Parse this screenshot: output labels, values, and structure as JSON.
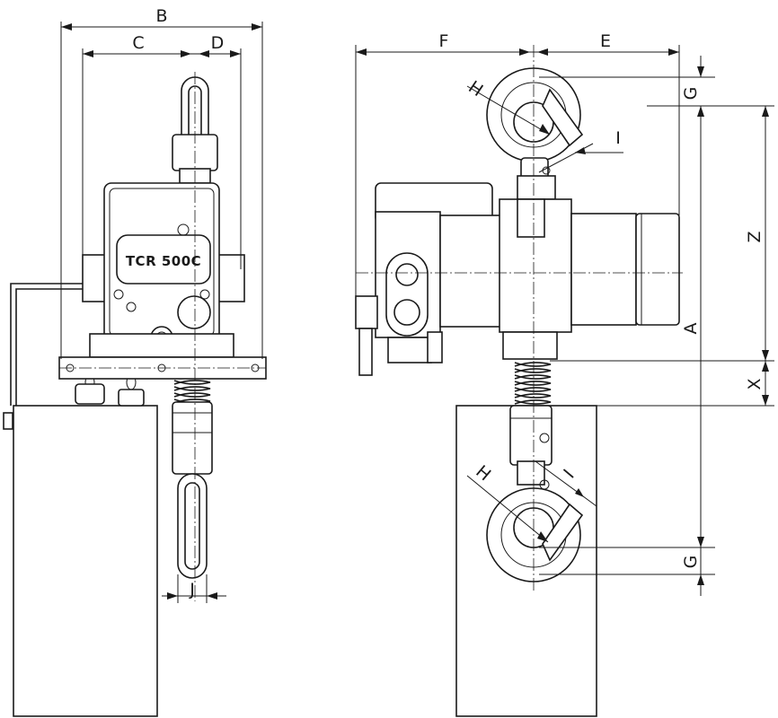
{
  "model_plate": "TCR 500C",
  "dimension_labels": {
    "A": "A",
    "B": "B",
    "C": "C",
    "D": "D",
    "E": "E",
    "F": "F",
    "G": "G",
    "H": "H",
    "I": "I",
    "J": "J",
    "X": "X",
    "Z": "Z"
  }
}
